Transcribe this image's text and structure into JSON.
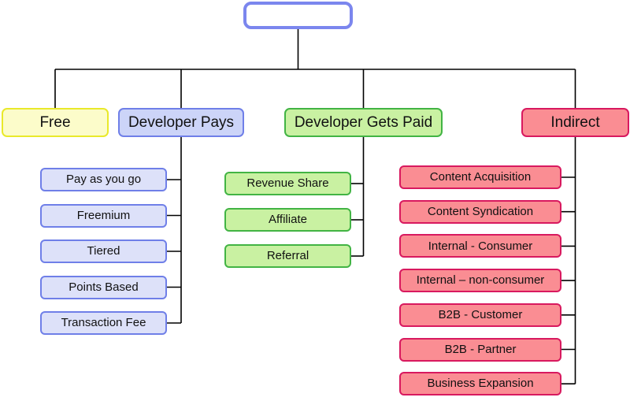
{
  "diagram": {
    "root": {
      "label": "",
      "border_color": "#7b86ee"
    },
    "connector_color": "#000000",
    "text_color": "#111111",
    "categories": [
      {
        "label": "Free",
        "header_fill": "#fcfcca",
        "item_fill": "#fcfcca",
        "border": "#e9e92a",
        "items": []
      },
      {
        "label": "Developer Pays",
        "header_fill": "#ccd4f8",
        "item_fill": "#dde1f9",
        "border": "#6f7fe8",
        "items": [
          "Pay as you go",
          "Freemium",
          "Tiered",
          "Points Based",
          "Transaction Fee"
        ]
      },
      {
        "label": "Developer Gets Paid",
        "header_fill": "#c9f1a2",
        "item_fill": "#c9f1a2",
        "border": "#42b444",
        "items": [
          "Revenue Share",
          "Affiliate",
          "Referral"
        ]
      },
      {
        "label": "Indirect",
        "header_fill": "#fa8d93",
        "item_fill": "#fa8d93",
        "border": "#d8195f",
        "items": [
          "Content Acquisition",
          "Content Syndication",
          "Internal - Consumer",
          "Internal – non-consumer",
          "B2B - Customer",
          "B2B - Partner",
          "Business Expansion"
        ]
      }
    ]
  }
}
